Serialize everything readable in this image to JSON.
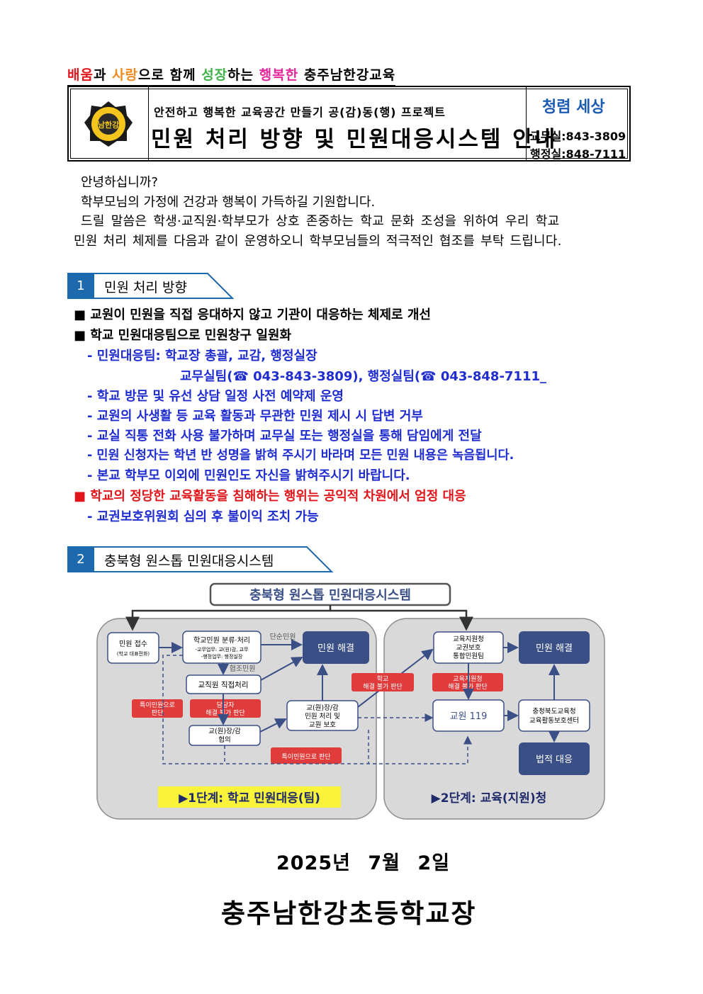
{
  "slogan": {
    "p1": "배움",
    "p2": "과 ",
    "p3": "사랑",
    "p4": "으로 함께 ",
    "p5": "성장",
    "p6": "하는 ",
    "p7": "행복한",
    "p8": " 충주남한강교육"
  },
  "header": {
    "emblem_text": "남한강",
    "subtitle": "안전하고 행복한 교육공간 만들기 공(감)동(행) 프로젝트",
    "title": "민원 처리 방향 및 민원대응시스템 안내",
    "logo_text": "청렴 세상",
    "tel_office": "교무실:843-3809",
    "tel_admin": "행정실:848-7111"
  },
  "intro": {
    "line1": "안녕하십니까?",
    "line2": "학부모님의 가정에 건강과 행복이 가득하길 기원합니다.",
    "line3": "드릴 말씀은 학생·교직원·학부모가 상호 존중하는 학교 문화 조성을 위하여 우리 학교",
    "line4": "민원 처리 체제를 다음과 같이 운영하오니 학부모님들의 적극적인 협조를 부탁 드립니다."
  },
  "section1": {
    "num": "1",
    "label": "민원 처리 방향",
    "items": [
      "■ 교원이 민원을 직접 응대하지 않고 기관이 대응하는 체제로 개선",
      "■ 학교 민원대응팀으로 민원창구 일원화",
      "- 민원대응팀: 학교장 총괄, 교감, 행정실장",
      "교무실팀(☎ 043-843-3809), 행정실팀(☎ 043-848-7111_",
      "- 학교 방문 및 유선 상담 일정 사전 예약제 운영",
      "- 교원의 사생활 등 교육 활동과 무관한 민원 제시 시 답변 거부",
      "- 교실 직통 전화 사용 불가하며 교무실 또는 행정실을 통해 담임에게 전달",
      "- 민원 신청자는 학년 반 성명을 밝혀 주시기 바라며 모든 민원 내용은 녹음됩니다.",
      "- 본교 학부모 이외에 민원인도 자신을 밝혀주시기 바랍니다.",
      "■ 학교의 정당한 교육활동을 침해하는 행위는 공익적 차원에서 엄정 대응",
      "- 교권보호위원회 심의 후 불이익 조치 가능"
    ]
  },
  "section2": {
    "num": "2",
    "label": "충북형 원스톱 민원대응시스템"
  },
  "diagram": {
    "title": "충북형 원스톱 민원대응시스템",
    "receive": "민원 접수",
    "receive_sub": "(학교 대표전화)",
    "classify": "학교민원 분류·처리",
    "classify_sub1": "-교무업무: 교(원)감, 교무",
    "classify_sub2": "-행정업무: 행정실장",
    "simple": "단순민원",
    "resolve1": "민원 해결",
    "coop": "협조민원",
    "staff": "교직원 직접처리",
    "special1": "특이민원으로",
    "special1b": "판단",
    "charge1": "담당자",
    "charge2": "해결 불가 판단",
    "principal1": "교(원)장/감",
    "principal2": "민원 처리 및",
    "principal3": "교원 보호",
    "consult1": "교(원)장/감",
    "consult2": "협의",
    "special2": "특이민원으로 판단",
    "school_fail1": "학교",
    "school_fail2": "해결 불가 판단",
    "edu1": "교육지원청",
    "edu2": "교권보호",
    "edu3": "통합민원팀",
    "edu_fail1": "교육지원청",
    "edu_fail2": "해결 불가 판단",
    "resolve2": "민원 해결",
    "t119": "교원 119",
    "center1": "충청북도교육청",
    "center2": "교육활동보호센터",
    "legal": "법적 대응",
    "stage1": "▶1단계: 학교 민원대응(팀)",
    "stage2": "▶2단계: 교육(지원)청"
  },
  "footer": {
    "date": "2025년 7월 2일",
    "signer": "충주남한강초등학교장"
  },
  "colors": {
    "blue_text": "#1f2ccf",
    "red_text": "#e0161b",
    "section_blue": "#1c69ad",
    "navy_box": "#3b4f87",
    "red_box": "#e03c3c",
    "panel_gray": "#d9d9d9",
    "stage_yellow": "#f9f33a"
  }
}
